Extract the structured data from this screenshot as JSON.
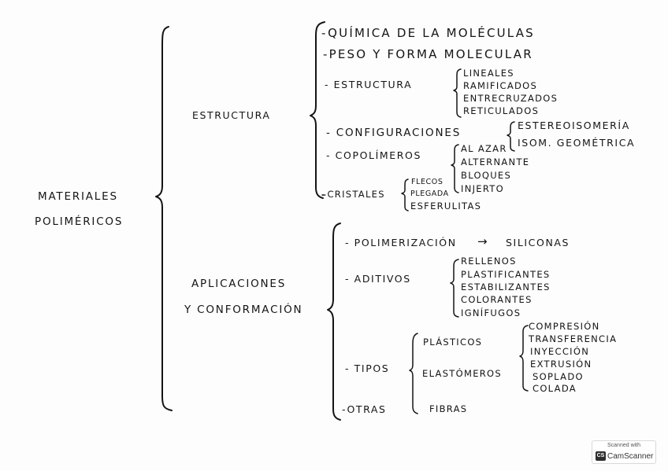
{
  "root": {
    "line1": "MATERIALES",
    "line2": "POLIMÉRICOS"
  },
  "structure": {
    "label": "ESTRUCTURA",
    "items": {
      "chemistry": "-QUÍMICA DE LA MOLÉCULAS",
      "weight_shape": "-PESO Y FORMA MOLECULAR",
      "structure": "- ESTRUCTURA",
      "structure_types": [
        "LINEALES",
        "RAMIFICADOS",
        "ENTRECRUZADOS",
        "RETICULADOS"
      ],
      "configurations": "- CONFIGURACIONES",
      "configuration_types": [
        "ESTEREOISOMERÍA",
        "ISOM. GEOMÉTRICA"
      ],
      "copolymers": "- COPOLÍMEROS",
      "copolymer_types": [
        "AL AZAR",
        "ALTERNANTE",
        "BLOQUES",
        "INJERTO"
      ],
      "crystals": "-CRISTALES",
      "crystal_types": [
        "FLECOS",
        "PLEGADA",
        "ESFERULITAS"
      ]
    }
  },
  "applications": {
    "line1": "APLICACIONES",
    "line2": "Y CONFORMACIÓN",
    "items": {
      "polymerization": "- POLIMERIZACIÓN",
      "polymerization_arrow": "→",
      "polymerization_result": "SILICONAS",
      "additives": "- ADITIVOS",
      "additive_types": [
        "RELLENOS",
        "PLASTIFICANTES",
        "ESTABILIZANTES",
        "COLORANTES",
        "IGNÍFUGOS"
      ],
      "types": "- TIPOS",
      "type_list": [
        "PLÁSTICOS",
        "ELASTÓMEROS",
        "FIBRAS"
      ],
      "processes": [
        "COMPRESIÓN",
        "TRANSFERENCIA",
        "INYECCIÓN",
        "EXTRUSIÓN",
        "SOPLADO",
        "COLADA"
      ],
      "others": "-OTRAS"
    }
  },
  "watermark": {
    "caption": "Scanned with",
    "logo": "CS",
    "name": "CamScanner"
  }
}
